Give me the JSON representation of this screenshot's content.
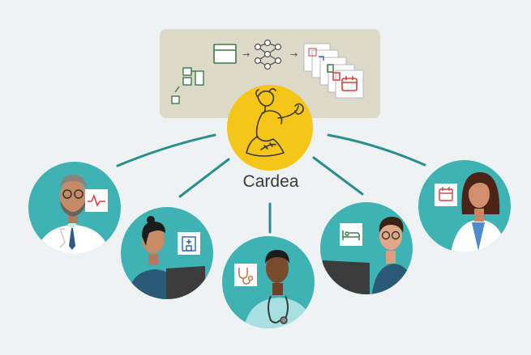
{
  "hub": {
    "name": "Cardea",
    "icon": "cardea-goddess-icon",
    "color": "#f5c518"
  },
  "pipeline": {
    "stages": [
      "data-tables-icon",
      "table-window-icon",
      "neural-network-icon",
      "app-cards-icon"
    ],
    "panel_color": "#dcd9c9"
  },
  "users": [
    {
      "role": "doctor",
      "icon": "heart-rate-icon"
    },
    {
      "role": "hospital-staff",
      "icon": "hospital-icon"
    },
    {
      "role": "nurse",
      "icon": "stethoscope-icon"
    },
    {
      "role": "clinician",
      "icon": "hospital-bed-icon"
    },
    {
      "role": "scheduler",
      "icon": "calendar-icon"
    }
  ],
  "colors": {
    "circle": "#3fb3b3",
    "connector": "#2a8e8e",
    "accent": "#d2413c"
  }
}
